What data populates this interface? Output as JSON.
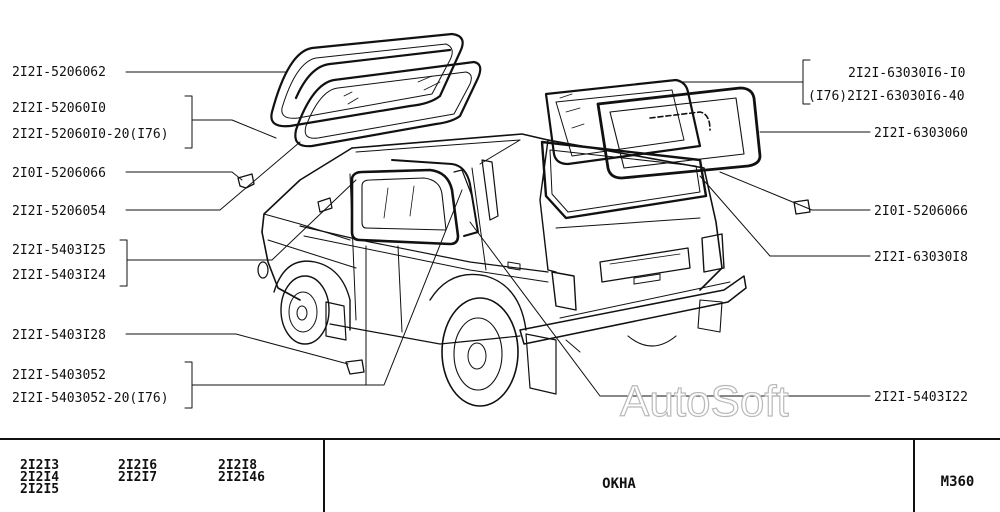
{
  "parts_left": [
    {
      "id": "p1",
      "number": "2I2I-5206062"
    },
    {
      "id": "p2",
      "number": "2I2I-52060I0"
    },
    {
      "id": "p3",
      "number": "2I2I-52060I0-20(I76)"
    },
    {
      "id": "p4",
      "number": "2I0I-5206066"
    },
    {
      "id": "p5",
      "number": "2I2I-5206054"
    },
    {
      "id": "p6",
      "number": "2I2I-5403I25"
    },
    {
      "id": "p7",
      "number": "2I2I-5403I24"
    },
    {
      "id": "p8",
      "number": "2I2I-5403I28"
    },
    {
      "id": "p9",
      "number": "2I2I-5403052"
    },
    {
      "id": "p10",
      "number": "2I2I-5403052-20(I76)"
    }
  ],
  "parts_right": [
    {
      "id": "r1",
      "number": "2I2I-63030I6-I0"
    },
    {
      "id": "r2",
      "number": "(I76)2I2I-63030I6-40"
    },
    {
      "id": "r3",
      "number": "2I2I-6303060"
    },
    {
      "id": "r4",
      "number": "2I0I-5206066"
    },
    {
      "id": "r5",
      "number": "2I2I-63030I8"
    },
    {
      "id": "r6",
      "number": "2I2I-5403I22"
    }
  ],
  "watermark": "AutoSoft",
  "footer": {
    "models": [
      [
        "2I2I3",
        "2I2I4",
        "2I2I5"
      ],
      [
        "2I2I6",
        "2I2I7"
      ],
      [
        "2I2I8",
        "2I2I46"
      ]
    ],
    "section_title": "ОКНА",
    "sheet_number": "М360"
  },
  "colors": {
    "line": "#111111",
    "watermark_outline": "#b9b9b9",
    "background": "#ffffff"
  }
}
